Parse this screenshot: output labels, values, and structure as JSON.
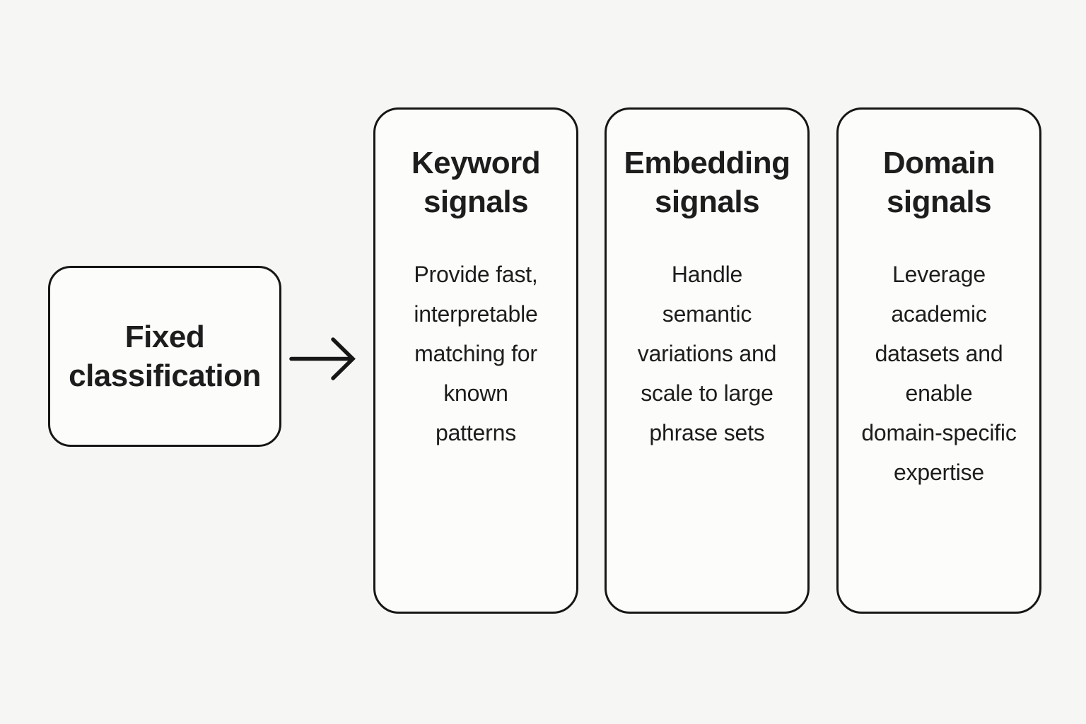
{
  "colors": {
    "background": "#f6f6f4",
    "card_fill": "#fcfcfa",
    "stroke": "#161616",
    "text": "#1d1d1d"
  },
  "source_box": {
    "title_lines": [
      "Fixed",
      "classification"
    ]
  },
  "arrow": {
    "icon": "right-arrow"
  },
  "columns": [
    {
      "title_lines": [
        "Keyword",
        "signals"
      ],
      "body_lines": [
        "Provide fast,",
        "interpretable",
        "matching for",
        "known",
        "patterns"
      ]
    },
    {
      "title_lines": [
        "Embedding",
        "signals"
      ],
      "body_lines": [
        "Handle",
        "semantic",
        "variations and",
        "scale to large",
        "phrase sets"
      ]
    },
    {
      "title_lines": [
        "Domain",
        "signals"
      ],
      "body_lines": [
        "Leverage",
        "academic",
        "datasets and",
        "enable",
        "domain-specific",
        "expertise"
      ]
    }
  ]
}
